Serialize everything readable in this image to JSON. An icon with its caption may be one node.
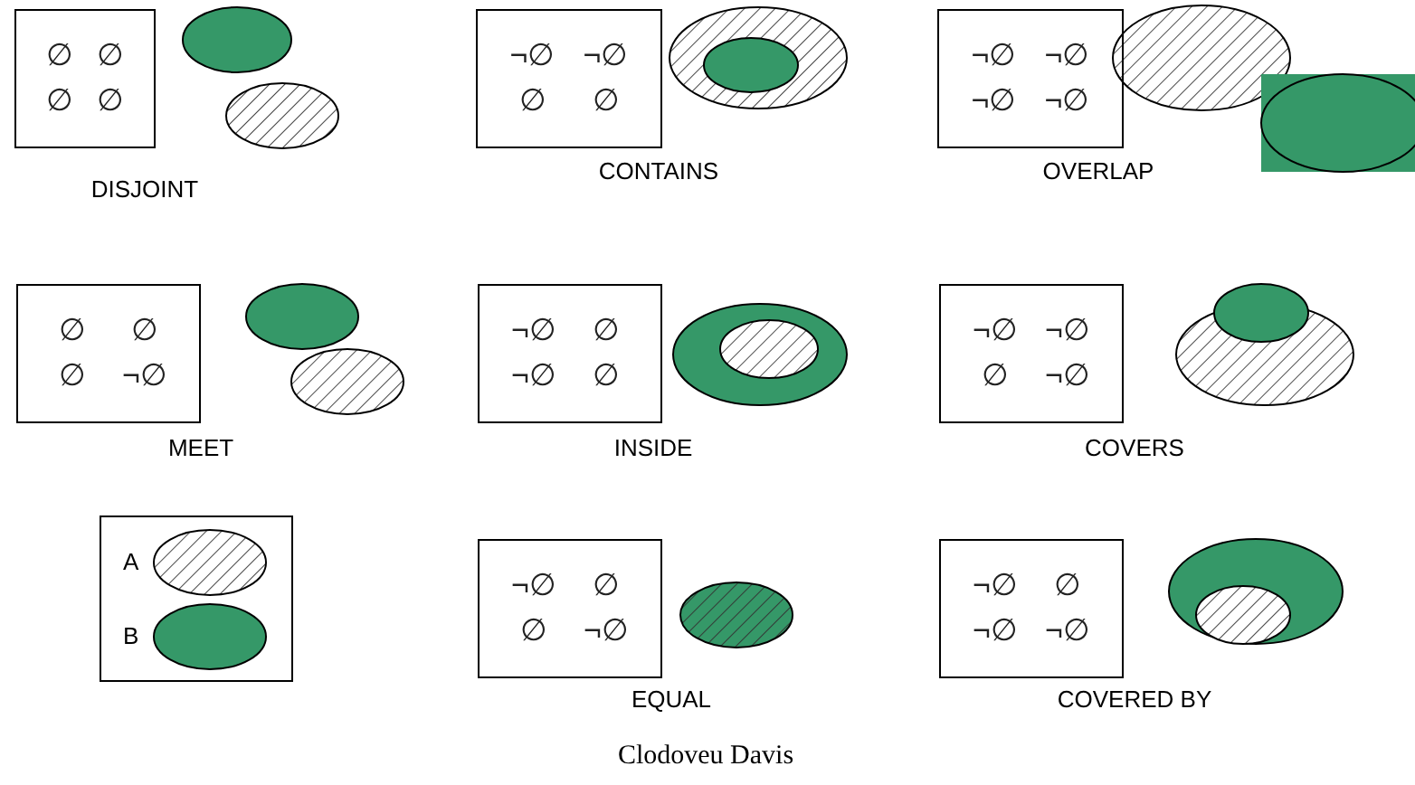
{
  "diagram": {
    "caption": "Clodoveu Davis",
    "nodes": [
      {
        "text": [
          "∅",
          "∅",
          "∅",
          "∅"
        ],
        "beside": [
          "DISJOINT"
        ]
      },
      {
        "text": [
          "¬∅",
          "¬∅",
          "∅",
          "∅"
        ],
        "beside": [
          "CONTAINS"
        ]
      },
      {
        "text": [
          "¬∅",
          "¬∅",
          "¬∅",
          "¬∅"
        ],
        "beside": [
          "OVERLAP"
        ]
      },
      {
        "text": [
          "∅",
          "∅",
          "∅",
          "¬∅"
        ],
        "beside": [
          "MEET"
        ]
      },
      {
        "text": [
          "¬∅",
          "∅",
          "¬∅",
          "∅"
        ],
        "beside": [
          "INSIDE"
        ]
      },
      {
        "text": [
          "¬∅",
          "¬∅",
          "∅",
          "¬∅"
        ],
        "beside": [
          "COVERS"
        ]
      },
      {
        "text": [
          "¬∅",
          "∅",
          "∅",
          "¬∅"
        ],
        "beside": [
          "EQUAL"
        ]
      },
      {
        "text": [
          "¬∅",
          "∅",
          "¬∅",
          "¬∅"
        ],
        "beside": [
          "COVERED BY"
        ]
      }
    ],
    "legend": [
      {
        "text": "A"
      },
      {
        "text": "B"
      }
    ]
  }
}
